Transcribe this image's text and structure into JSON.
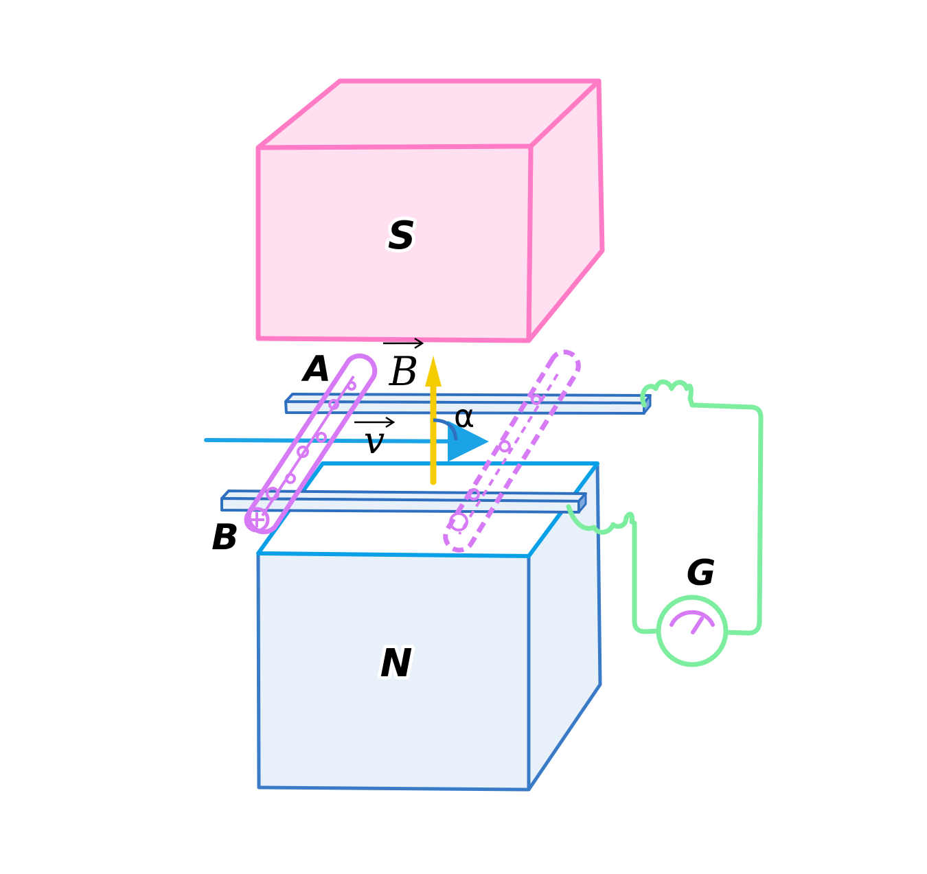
{
  "labels": {
    "south_pole": "S",
    "north_pole": "N",
    "point_a": "A",
    "point_b": "B",
    "field_vector": "B",
    "velocity_vector": "v",
    "angle": "α",
    "galvanometer": "G"
  },
  "colors": {
    "south_magnet_fill": "#FFE0F0",
    "south_magnet_stroke": "#FF7BC5",
    "north_magnet_fill": "#E8F0FA",
    "north_magnet_stroke": "#3A7BC8",
    "north_magnet_top_edge": "#0AA0E8",
    "rail_fill": "#E8F0FA",
    "rail_stroke": "#2F6FC0",
    "rod": "#D67BF5",
    "field_arrow": "#F5CC00",
    "velocity_arrow": "#1BA3E6",
    "circuit_wire": "#7DEDA0",
    "galvanometer_needle": "#D67BF5"
  },
  "icons": {
    "galvanometer": "galvanometer-dial-icon"
  }
}
